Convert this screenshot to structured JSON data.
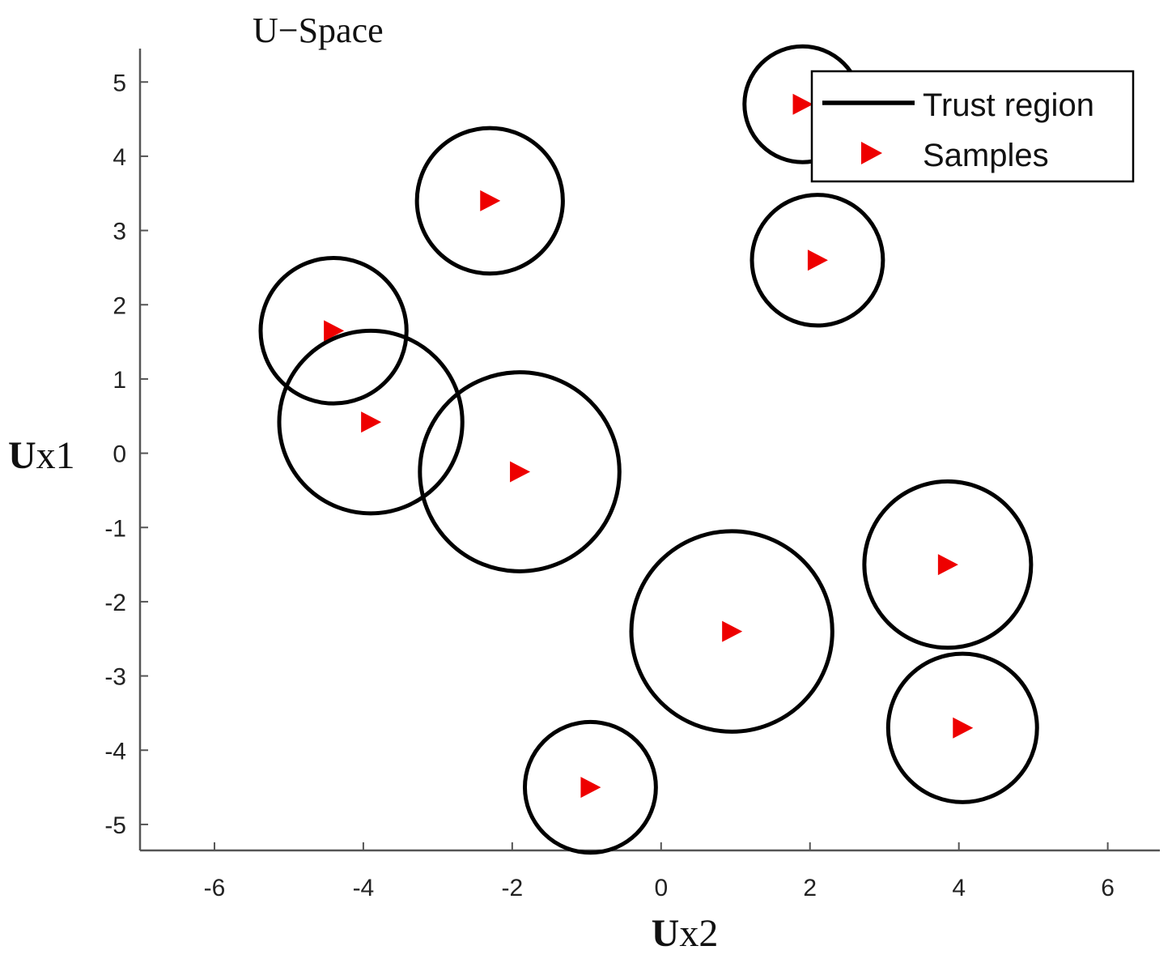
{
  "chart_data": {
    "type": "scatter",
    "title": "U−Space",
    "xlabel_bold": "U",
    "xlabel_rest": "x2",
    "ylabel_bold": "U",
    "ylabel_rest": "x1",
    "xlim": [
      -7,
      6.7
    ],
    "ylim": [
      -5.35,
      5.45
    ],
    "xticks": [
      -6,
      -4,
      -2,
      0,
      2,
      4,
      6
    ],
    "yticks": [
      5,
      4,
      3,
      2,
      1,
      0,
      -1,
      -2,
      -3,
      -4,
      -5
    ],
    "legend": {
      "position": "top-right",
      "entries": [
        "Trust region",
        "Samples"
      ]
    },
    "colors": {
      "circle": "#000000",
      "marker": "#ee0000"
    },
    "series": [
      {
        "name": "Trust region",
        "circles": [
          {
            "x": 1.9,
            "y": 4.7,
            "r": 0.78
          },
          {
            "x": -2.3,
            "y": 3.4,
            "r": 0.98
          },
          {
            "x": 2.1,
            "y": 2.6,
            "r": 0.88
          },
          {
            "x": -4.4,
            "y": 1.65,
            "r": 0.98
          },
          {
            "x": -3.9,
            "y": 0.42,
            "r": 1.23
          },
          {
            "x": -1.9,
            "y": -0.25,
            "r": 1.34
          },
          {
            "x": 0.95,
            "y": -2.4,
            "r": 1.35
          },
          {
            "x": 3.85,
            "y": -1.5,
            "r": 1.12
          },
          {
            "x": 4.05,
            "y": -3.7,
            "r": 1.0
          },
          {
            "x": -0.95,
            "y": -4.5,
            "r": 0.88
          }
        ]
      },
      {
        "name": "Samples",
        "points": [
          {
            "x": 1.9,
            "y": 4.7
          },
          {
            "x": -2.3,
            "y": 3.4
          },
          {
            "x": 2.1,
            "y": 2.6
          },
          {
            "x": -4.4,
            "y": 1.65
          },
          {
            "x": -3.9,
            "y": 0.42
          },
          {
            "x": -1.9,
            "y": -0.25
          },
          {
            "x": 0.95,
            "y": -2.4
          },
          {
            "x": 3.85,
            "y": -1.5
          },
          {
            "x": 4.05,
            "y": -3.7
          },
          {
            "x": -0.95,
            "y": -4.5
          }
        ]
      }
    ]
  }
}
